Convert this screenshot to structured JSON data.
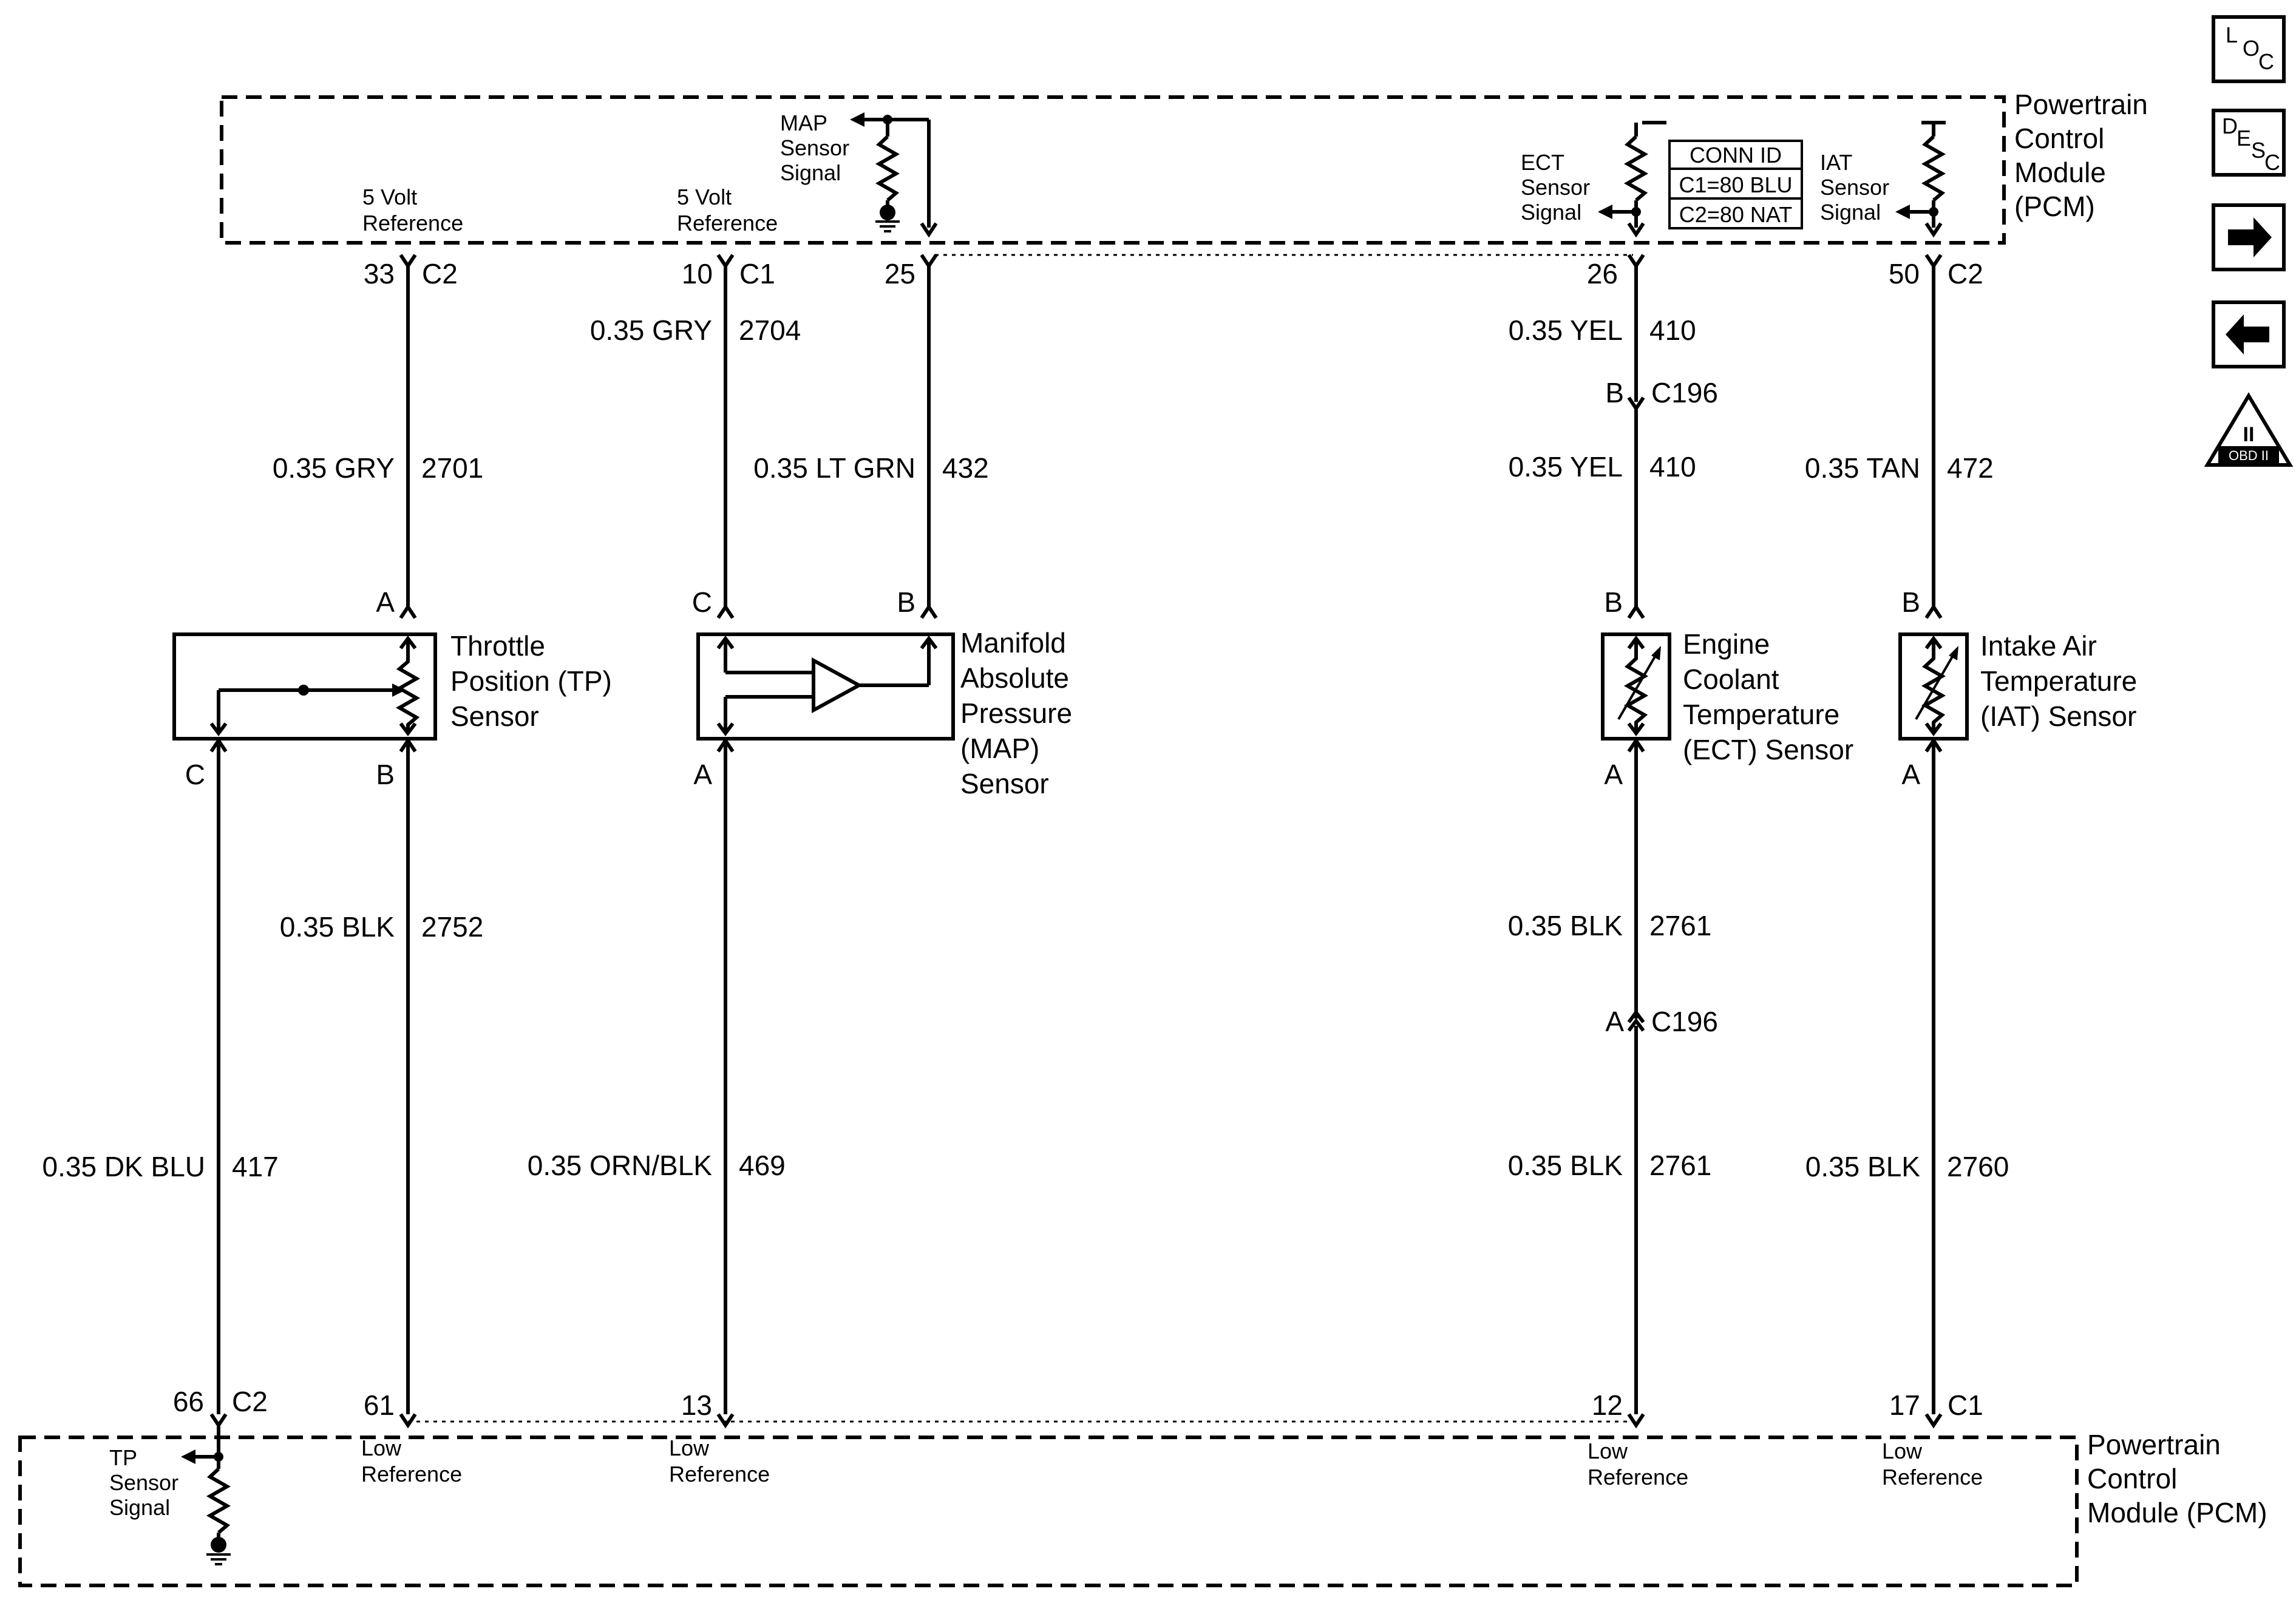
{
  "pcm_top": {
    "title_lines": [
      "Powertrain",
      "Control",
      "Module",
      "(PCM)"
    ],
    "tp_ref_lines": [
      "5 Volt",
      "Reference"
    ],
    "map_ref_lines": [
      "5 Volt",
      "Reference"
    ],
    "map_signal_lines": [
      "MAP",
      "Sensor",
      "Signal"
    ],
    "ect_signal_lines": [
      "ECT",
      "Sensor",
      "Signal"
    ],
    "iat_signal_lines": [
      "IAT",
      "Sensor",
      "Signal"
    ],
    "conn_id": {
      "title": "CONN ID",
      "c1": "C1=80 BLU",
      "c2": "C2=80 NAT"
    }
  },
  "pcm_bottom": {
    "title_lines": [
      "Powertrain",
      "Control",
      "Module (PCM)"
    ],
    "tp_signal_lines": [
      "TP",
      "Sensor",
      "Signal"
    ],
    "low_ref_lines": [
      "Low",
      "Reference"
    ]
  },
  "top_pins": [
    {
      "pin": "33",
      "conn": "C2"
    },
    {
      "pin": "10",
      "conn": "C1"
    },
    {
      "pin": "25",
      "conn": ""
    },
    {
      "pin": "26",
      "conn": ""
    },
    {
      "pin": "50",
      "conn": "C2"
    }
  ],
  "bottom_pins": [
    {
      "pin": "66",
      "conn": "C2"
    },
    {
      "pin": "61",
      "conn": ""
    },
    {
      "pin": "13",
      "conn": ""
    },
    {
      "pin": "12",
      "conn": ""
    },
    {
      "pin": "17",
      "conn": "C1"
    }
  ],
  "wires": [
    {
      "label": "0.35 GRY",
      "circuit": "2701"
    },
    {
      "label": "0.35 GRY",
      "circuit": "2704"
    },
    {
      "label": "0.35 LT GRN",
      "circuit": "432"
    },
    {
      "label": "0.35 YEL",
      "circuit": "410"
    },
    {
      "label": "0.35 YEL",
      "circuit": "410"
    },
    {
      "label": "0.35 TAN",
      "circuit": "472"
    },
    {
      "label": "0.35 BLK",
      "circuit": "2752"
    },
    {
      "label": "0.35 BLK",
      "circuit": "2761"
    },
    {
      "label": "0.35 DK BLU",
      "circuit": "417"
    },
    {
      "label": "0.35 ORN/BLK",
      "circuit": "469"
    },
    {
      "label": "0.35 BLK",
      "circuit": "2761"
    },
    {
      "label": "0.35 BLK",
      "circuit": "2760"
    }
  ],
  "connector_c196": {
    "name": "C196",
    "upper_pin": "B",
    "lower_pin": "A"
  },
  "sensors": {
    "tp": {
      "lines": [
        "Throttle",
        "Position (TP)",
        "Sensor"
      ],
      "pins": [
        "A",
        "C",
        "B"
      ]
    },
    "map": {
      "lines": [
        "Manifold",
        "Absolute",
        "Pressure",
        "(MAP)",
        "Sensor"
      ],
      "pins": [
        "C",
        "B",
        "A"
      ]
    },
    "ect": {
      "lines": [
        "Engine",
        "Coolant",
        "Temperature",
        "(ECT) Sensor"
      ],
      "pins": [
        "B",
        "A"
      ]
    },
    "iat": {
      "lines": [
        "Intake Air",
        "Temperature",
        "(IAT) Sensor"
      ],
      "pins": [
        "B",
        "A"
      ]
    }
  },
  "side_nav": {
    "loc": {
      "a": "L",
      "b": "O",
      "c": "C"
    },
    "desc": {
      "a": "D",
      "b": "E",
      "c": "S",
      "d": "C"
    },
    "next_icon": "arrow-right-icon",
    "prev_icon": "arrow-left-icon",
    "obd": {
      "symbol": "II",
      "label": "OBD II"
    }
  }
}
